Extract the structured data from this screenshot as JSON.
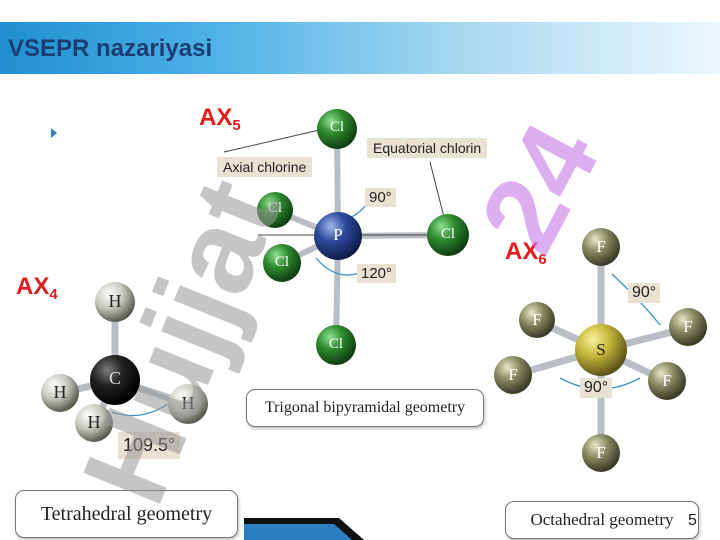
{
  "slide": {
    "title": "VSEPR nazariyasi",
    "page_number": "5"
  },
  "labels": {
    "ax5": {
      "base": "AX",
      "sub": "5"
    },
    "ax4": {
      "base": "AX",
      "sub": "4"
    },
    "ax6": {
      "base": "AX",
      "sub": "6"
    }
  },
  "trigonal": {
    "axial_label": "Axial chlorine",
    "equatorial_label": "Equatorial chlorin",
    "angle_axial": "90°",
    "angle_equatorial": "120°",
    "center_atom": "P",
    "ligand_atom": "Cl",
    "caption": "Trigonal bipyramidal geometry"
  },
  "tetrahedral": {
    "center_atom": "C",
    "ligand_atom": "H",
    "angle": "109.5°",
    "caption": "Tetrahedral geometry"
  },
  "octahedral": {
    "center_atom": "S",
    "ligand_atom": "F",
    "angle_top": "90°",
    "angle_bottom": "90°",
    "caption": "Octahedral geometry"
  },
  "watermark": {
    "text_gray": "Hujjat",
    "text_purple": "24"
  },
  "colors": {
    "title_text": "#1a3d73",
    "ax_label": "#e31b1b",
    "cl_green": "#2f8a2f",
    "p_blue": "#2c4a9a",
    "s_yellow": "#c6b83a",
    "f_olive": "#8a8c63"
  }
}
